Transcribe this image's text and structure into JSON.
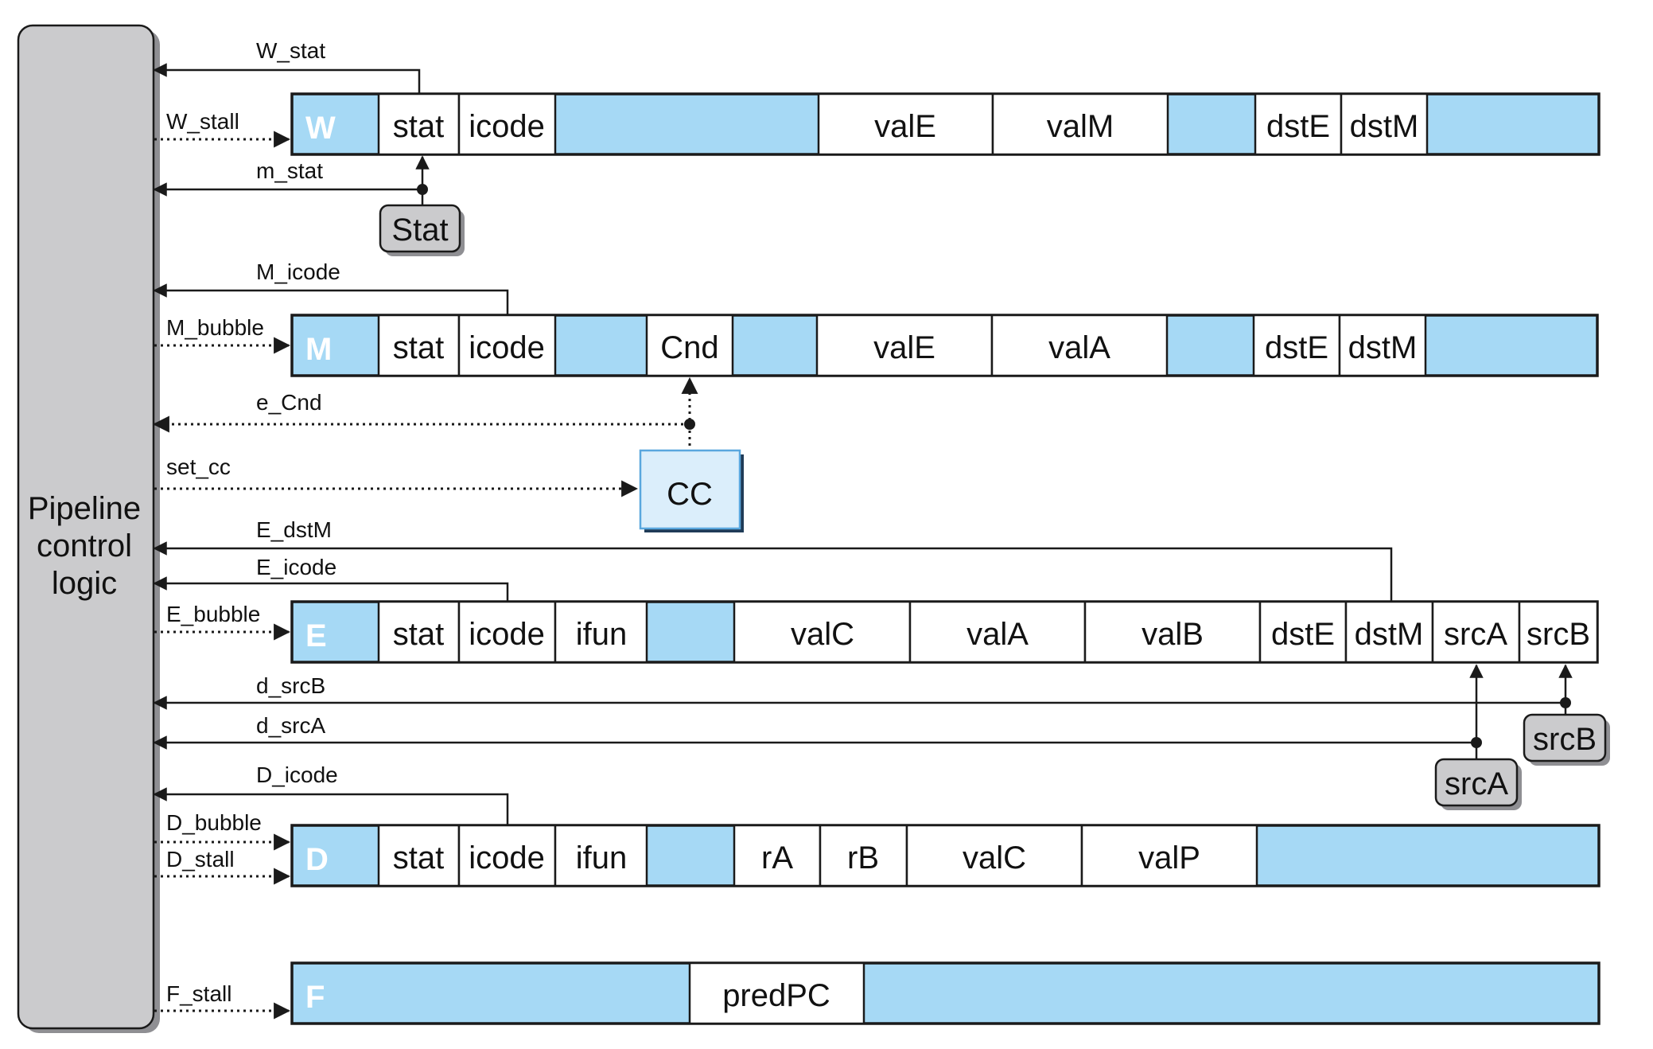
{
  "control_logic": {
    "lines": [
      "Pipeline",
      "control",
      "logic"
    ]
  },
  "stages": {
    "W": {
      "label": "W",
      "fields": [
        "stat",
        "icode",
        "valE",
        "valM",
        "dstE",
        "dstM"
      ]
    },
    "M": {
      "label": "M",
      "fields": [
        "stat",
        "icode",
        "Cnd",
        "valE",
        "valA",
        "dstE",
        "dstM"
      ]
    },
    "E": {
      "label": "E",
      "fields": [
        "stat",
        "icode",
        "ifun",
        "valC",
        "valA",
        "valB",
        "dstE",
        "dstM",
        "srcA",
        "srcB"
      ]
    },
    "D": {
      "label": "D",
      "fields": [
        "stat",
        "icode",
        "ifun",
        "rA",
        "rB",
        "valC",
        "valP"
      ]
    },
    "F": {
      "label": "F",
      "fields": [
        "predPC"
      ]
    }
  },
  "blocks": {
    "stat": "Stat",
    "cc": "CC",
    "srcA": "srcA",
    "srcB": "srcB"
  },
  "signals": {
    "W_stat": "W_stat",
    "W_stall": "W_stall",
    "m_stat": "m_stat",
    "M_icode": "M_icode",
    "M_bubble": "M_bubble",
    "e_Cnd": "e_Cnd",
    "set_cc": "set_cc",
    "E_dstM": "E_dstM",
    "E_icode": "E_icode",
    "E_bubble": "E_bubble",
    "d_srcB": "d_srcB",
    "d_srcA": "d_srcA",
    "D_icode": "D_icode",
    "D_bubble": "D_bubble",
    "D_stall": "D_stall",
    "F_stall": "F_stall"
  },
  "colors": {
    "register_fill": "#a6d9f5",
    "block_gray": "#cbcbcd",
    "cc_fill": "#dbeefb",
    "cc_border": "#5aa7de"
  }
}
